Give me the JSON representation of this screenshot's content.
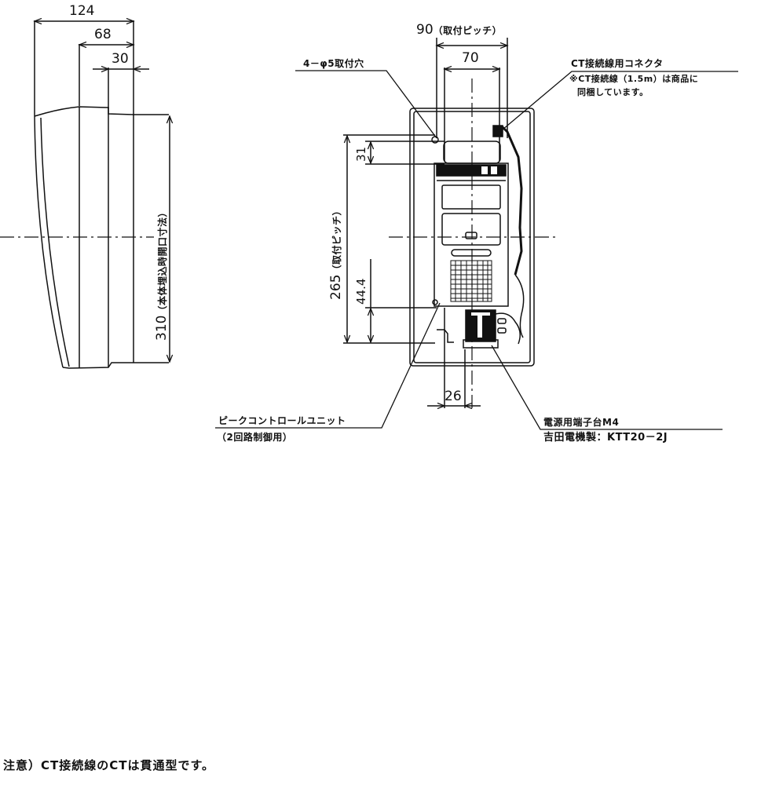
{
  "side_view": {
    "dim_total_depth": "124",
    "dim_body_depth": "68",
    "dim_back_depth": "30",
    "dim_height": "310",
    "dim_height_note": "（本体埋込時開口寸法）"
  },
  "front_view": {
    "dim_mount_pitch_h": "90",
    "dim_mount_pitch_h_note": "（取付ピッチ）",
    "dim_inner_width": "70",
    "dim_mount_pitch_v": "265",
    "dim_mount_pitch_v_note": "（取付ピッチ）",
    "dim_top_offset": "31",
    "dim_bottom_offset": "44.4",
    "dim_terminal_width": "26"
  },
  "callouts": {
    "mount_holes": "4－φ5取付穴",
    "ct_connector": "CT接続線用コネクタ",
    "ct_note_line1": "※CT接続線（1.5m）は商品に",
    "ct_note_line2": "同梱しています。",
    "unit_name": "ピークコントロールユニット",
    "unit_sub": "（2回路制御用）",
    "terminal_name": "電源用端子台M4",
    "terminal_maker": "吉田電機製：KTT20－2J"
  },
  "footer_note": "注意）CT接続線のCTは貫通型です。",
  "colors": {
    "line": "#111111",
    "background": "#ffffff"
  }
}
